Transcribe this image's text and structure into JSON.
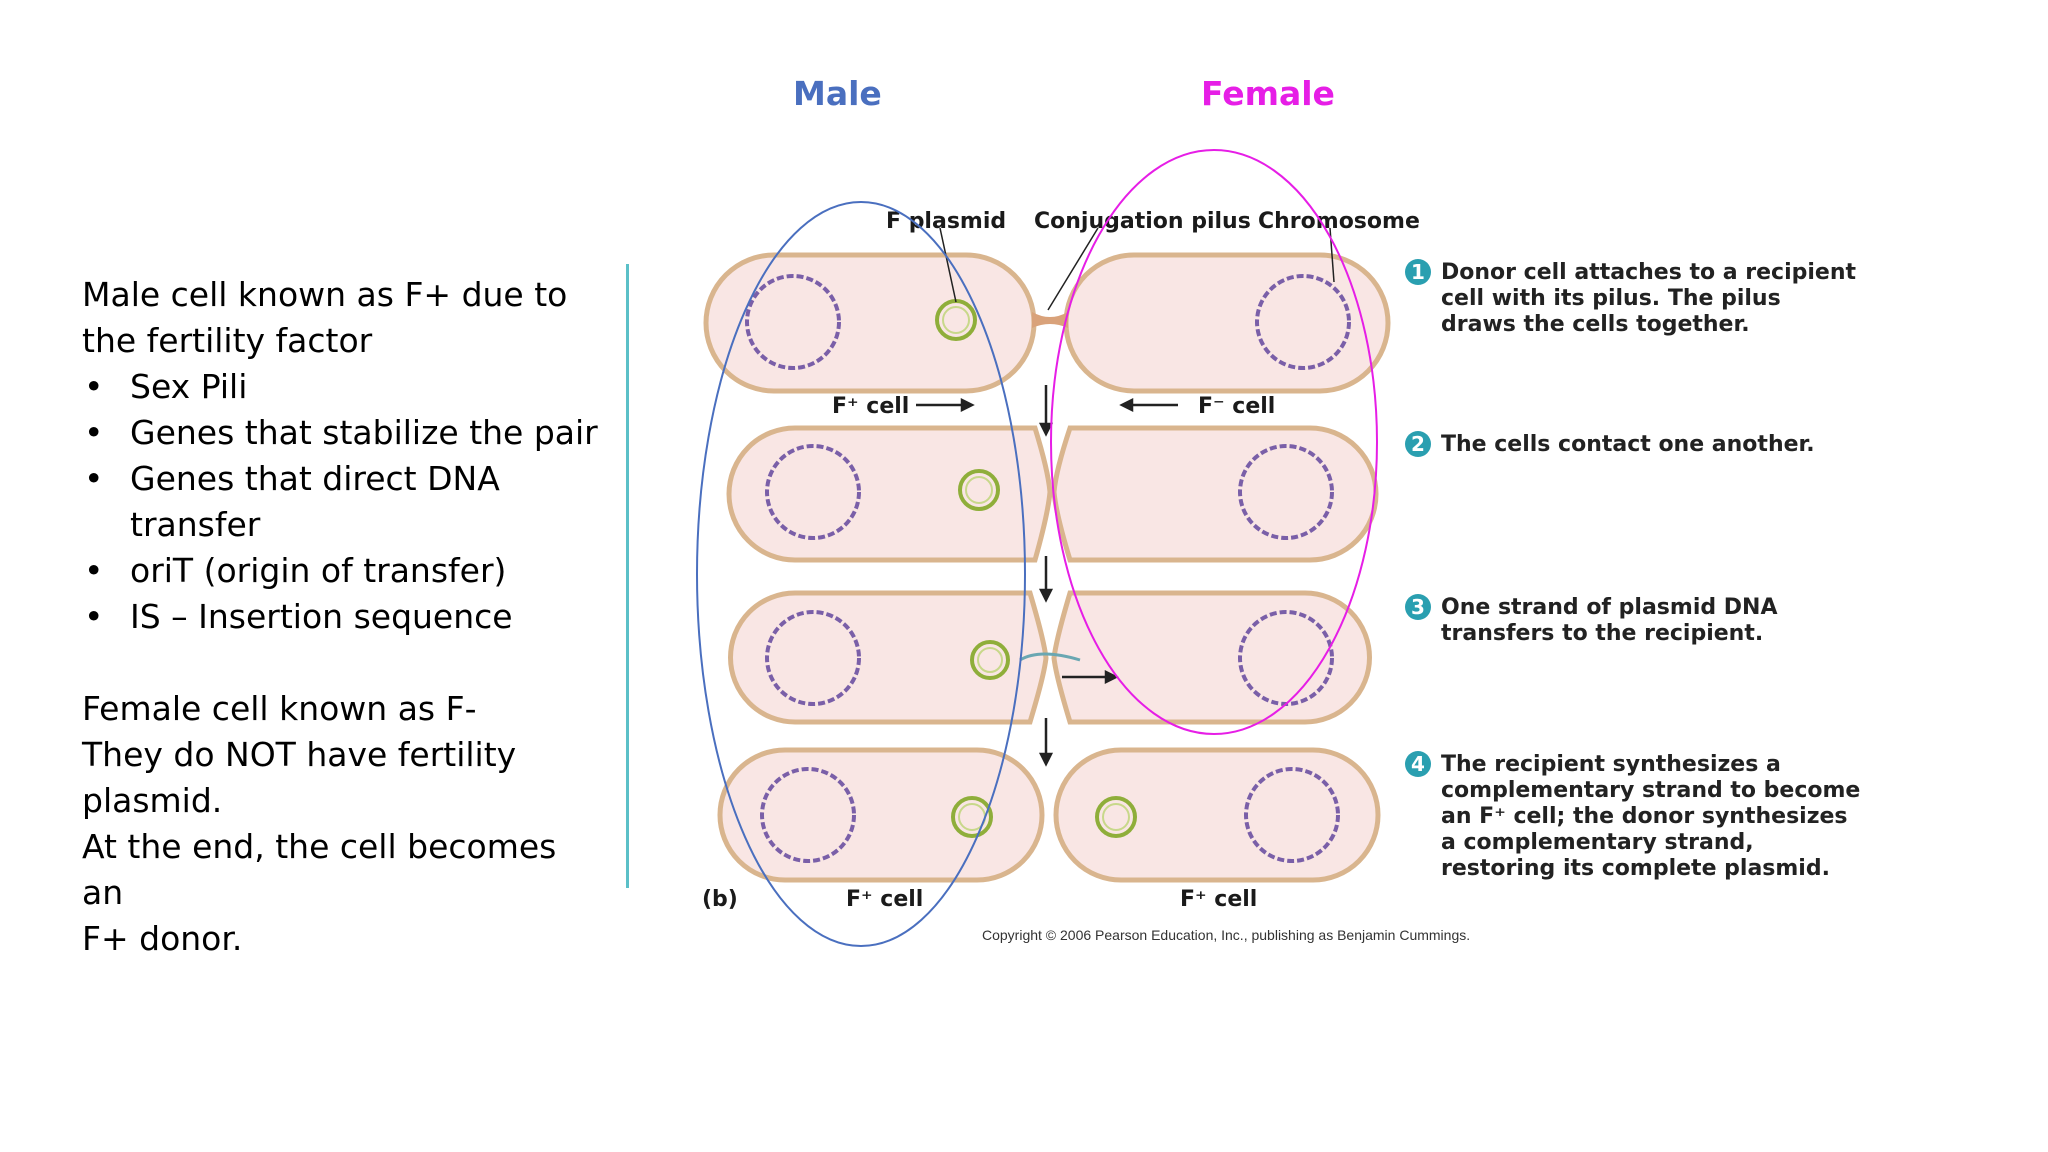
{
  "header": {
    "male_label": "Male",
    "female_label": "Female",
    "male_color": "#4a6fbf",
    "female_color": "#e61ee6"
  },
  "notes": {
    "male_intro_1": "Male cell known as F+ due to",
    "male_intro_2": "the fertility factor",
    "bullets": [
      "Sex Pili",
      "Genes that stabilize the pair",
      "Genes that direct DNA",
      "transfer",
      "oriT (origin of transfer)",
      "IS – Insertion sequence"
    ],
    "female_1": "Female cell known as F-",
    "female_2": "They do NOT have fertility",
    "female_3": "plasmid.",
    "female_4": "At the end, the cell becomes an",
    "female_5": "F+ donor."
  },
  "diagram": {
    "label_f_plasmid": "F plasmid",
    "label_pilus": "Conjugation pilus",
    "label_chromosome": "Chromosome",
    "label_fplus_cell": "F⁺ cell",
    "label_fminus_cell": "F⁻ cell",
    "label_b": "(b)",
    "label_bottom_left": "F⁺ cell",
    "label_bottom_right": "F⁺ cell",
    "steps": [
      {
        "num": "1",
        "lines": [
          "Donor cell attaches to a recipient",
          "cell with its pilus. The pilus",
          "draws the cells together."
        ]
      },
      {
        "num": "2",
        "lines": [
          "The cells contact one another."
        ]
      },
      {
        "num": "3",
        "lines": [
          "One strand of plasmid DNA",
          "transfers to the recipient."
        ]
      },
      {
        "num": "4",
        "lines": [
          "The recipient synthesizes a",
          "complementary strand to become",
          "an F⁺ cell; the donor synthesizes",
          "a complementary strand,",
          "restoring its complete plasmid."
        ]
      }
    ],
    "copyright": "Copyright © 2006 Pearson Education, Inc., publishing as Benjamin Cummings.",
    "cell_fill": "#f9e6e4",
    "cell_stroke": "#d9b58e",
    "chromosome_color": "#7a5fa8",
    "plasmid_color": "#8fae3a",
    "step_circle_color": "#2a9fb0"
  }
}
